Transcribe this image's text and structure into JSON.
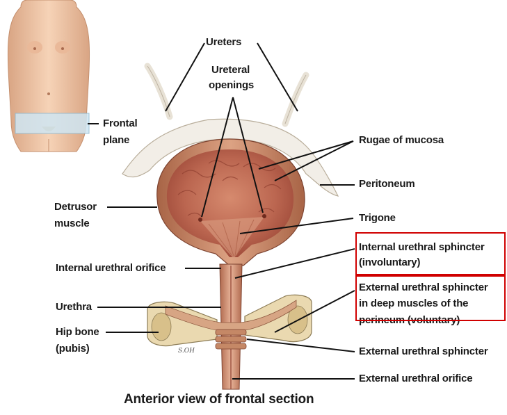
{
  "labels": {
    "ureters": "Ureters",
    "ureteral_openings_1": "Ureteral",
    "ureteral_openings_2": "openings",
    "frontal_plane_1": "Frontal",
    "frontal_plane_2": "plane",
    "rugae": "Rugae of mucosa",
    "peritoneum": "Peritoneum",
    "detrusor_1": "Detrusor",
    "detrusor_2": "muscle",
    "trigone": "Trigone",
    "internal_sphincter_1": "Internal urethral sphincter",
    "internal_sphincter_2": "(involuntary)",
    "internal_orifice": "Internal urethral orifice",
    "external_sphincter_deep_1": "External urethral sphincter",
    "external_sphincter_deep_2": "in deep muscles of the",
    "external_sphincter_deep_3": "perineum (voluntary)",
    "urethra": "Urethra",
    "hip_bone_1": "Hip bone",
    "hip_bone_2": "(pubis)",
    "external_sphincter": "External urethral sphincter",
    "external_orifice": "External urethral orifice"
  },
  "caption": "Anterior view of frontal section",
  "artist_signature": "S.OH",
  "colors": {
    "highlight_box": "#d00000",
    "bladder_wall": "#c98a66",
    "mucosa": "#b9614a",
    "peritoneum": "#f1ede6",
    "bone": "#ead9b0",
    "skin": "#f0c7a6",
    "plane": "#cfe6f3"
  }
}
